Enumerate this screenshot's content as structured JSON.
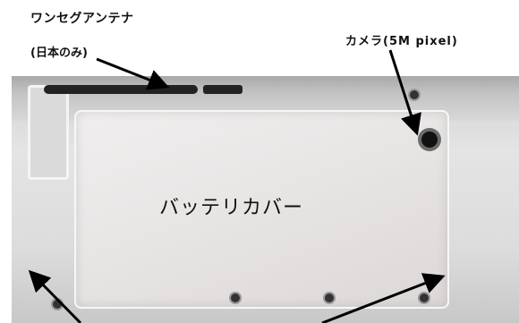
{
  "labels": {
    "antenna": "ワンセグアンテナ",
    "antenna_note": "(日本のみ)",
    "camera": "カメラ(5M pixel)",
    "battery_cover": "バッテリカバー"
  }
}
